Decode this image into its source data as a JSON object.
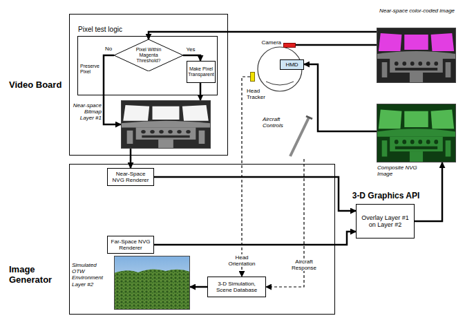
{
  "diagram": {
    "nodes": [
      {
        "text": [
          "Video Board"
        ]
      },
      {
        "text": [
          "Pixel test logic"
        ],
        "in": 0
      },
      {
        "text": [
          "Pixel Within Magenta Threshold?"
        ],
        "in": 1
      },
      {
        "text": [
          "Make Pixel Transparent"
        ],
        "in": 1
      },
      {
        "text": [
          "Near-space Bitmap Layer #1"
        ],
        "in": 0
      },
      {
        "text": [
          "Image Generator"
        ]
      },
      {
        "text": [
          "Near-Space NVG Renderer"
        ],
        "in": 5
      },
      {
        "text": [
          "Far-Space NVG Renderer"
        ],
        "in": 5
      },
      {
        "text": [
          "Simulated OTW Environment Layer #2"
        ],
        "in": 5
      },
      {
        "text": [
          "3-D Simulation, Scene Database"
        ],
        "in": 5
      },
      {
        "text": [
          "3-D Graphics API",
          "Overlay Layer #1 on Layer #2"
        ]
      },
      {
        "text": [
          "Composite NVG Image"
        ]
      },
      {
        "text": [
          "Near-space color-coded image"
        ]
      },
      {
        "text": [
          "HMD"
        ]
      },
      {
        "text": [
          "Camera"
        ]
      },
      {
        "text": [
          "Head Tracker"
        ]
      },
      {
        "text": [
          "Aircraft Controls"
        ]
      }
    ],
    "edges": [
      {
        "from": 12,
        "to": 2,
        "arrow": "to"
      },
      {
        "from": 14,
        "to": 12,
        "arrow": "none"
      },
      {
        "from": 2,
        "to": 3,
        "arrow": "to",
        "label": "Yes"
      },
      {
        "from": 2,
        "to": 4,
        "arrow": "to",
        "label": "No"
      },
      {
        "from": 3,
        "to": 4,
        "arrow": "to"
      },
      {
        "from": 4,
        "to": 6,
        "arrow": "to"
      },
      {
        "from": 6,
        "to": 10,
        "arrow": "to"
      },
      {
        "from": 7,
        "to": 10,
        "arrow": "to"
      },
      {
        "from": 10,
        "to": 11,
        "arrow": "to"
      },
      {
        "from": 11,
        "to": 13,
        "arrow": "to"
      },
      {
        "from": 15,
        "to": 9,
        "arrow": "to",
        "label": "Head Orientation"
      },
      {
        "from": 16,
        "to": 9,
        "arrow": "to",
        "label": "Aircraft Response"
      },
      {
        "from": 9,
        "to": 8,
        "arrow": "to"
      }
    ],
    "labels": [
      "Preserve Pixel"
    ]
  }
}
